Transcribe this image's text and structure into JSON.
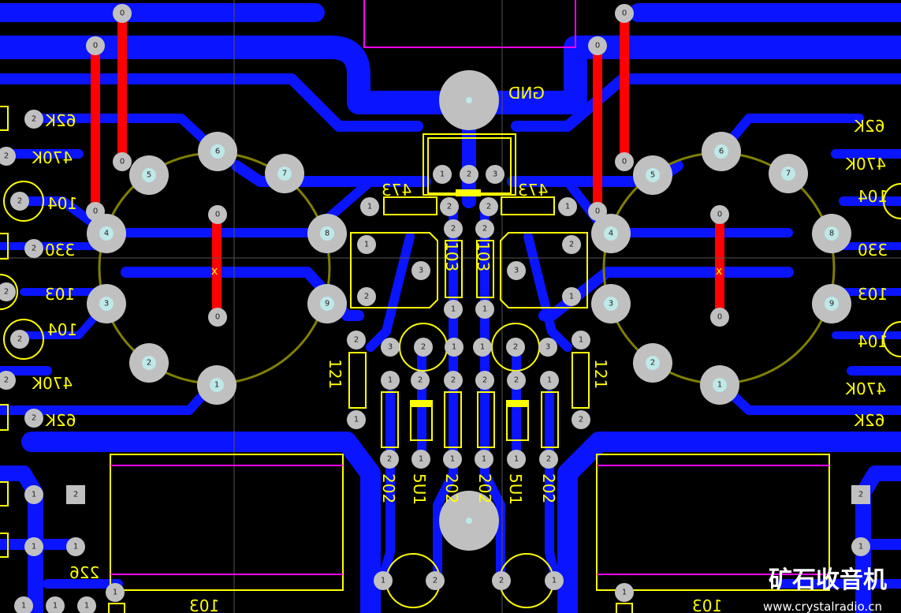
{
  "colors": {
    "background": "#000000",
    "top_copper": "#0a14ff",
    "bottom_copper": "#ff0000",
    "silkscreen": "#ffff00",
    "pad": "#c0c0c0",
    "hole": "#bfe8e8",
    "outline": "#808000",
    "keepout": "#ff00ff"
  },
  "labels": {
    "gnd": "GND",
    "r62k": "62K",
    "r470k": "470K",
    "c104": "104",
    "r330": "330",
    "c103": "103",
    "r473": "473",
    "r103": "103",
    "r121": "121",
    "r202": "202",
    "zener": "5U1",
    "c226": "226",
    "cap_big": "103",
    "mark_x": "x"
  },
  "pad_numbers": {
    "p0": "0",
    "p1": "1",
    "p2": "2",
    "p3": "3",
    "p4": "4",
    "p5": "5",
    "p6": "6",
    "p7": "7",
    "p8": "8",
    "p9": "9"
  },
  "watermark": {
    "title": "矿石收音机",
    "url": "www.crystalradio.cn"
  }
}
